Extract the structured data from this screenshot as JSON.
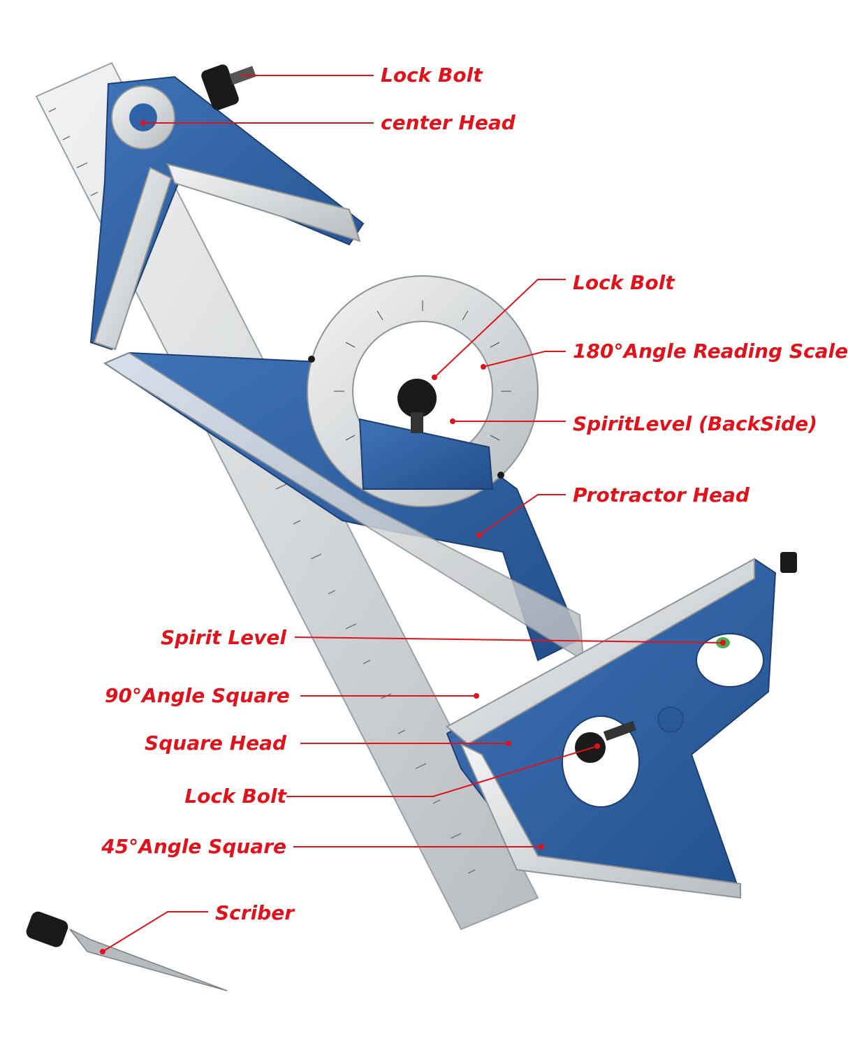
{
  "labels": {
    "lock_bolt_top": "Lock Bolt",
    "center_head": "center Head",
    "lock_bolt_protractor": "Lock Bolt",
    "angle_reading_scale": "180°Angle Reading Scale",
    "spirit_level_backside": "SpiritLevel (BackSide)",
    "protractor_head": "Protractor Head",
    "spirit_level": "Spirit Level",
    "angle_square_90": "90°Angle Square",
    "square_head": "Square Head",
    "lock_bolt_square": "Lock Bolt",
    "angle_square_45": "45°Angle Square",
    "scriber": "Scriber"
  },
  "colors": {
    "label": "#e0121b",
    "leader": "#e0121b",
    "cast_blue": "#2f62a6",
    "cast_blue_dark": "#1f4a85",
    "steel": "#d9dcde",
    "steel_dark": "#a9adb0",
    "black": "#1a1a1a"
  }
}
